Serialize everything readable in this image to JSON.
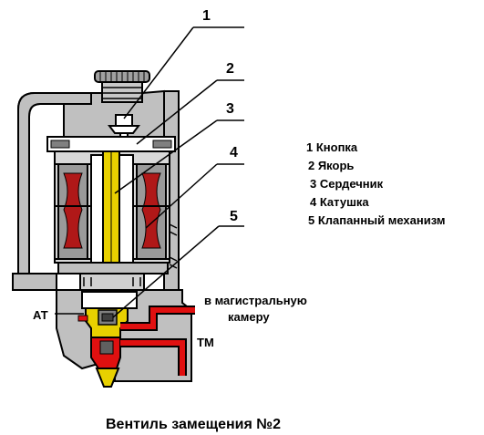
{
  "callouts": [
    "1",
    "2",
    "3",
    "4",
    "5"
  ],
  "legend": [
    "1 Кнопка",
    "2 Якорь",
    "3 Сердечник",
    "4 Катушка",
    "5 Клапанный механизм"
  ],
  "labels": {
    "port_at": "АТ",
    "port_tm": "ТМ",
    "to_main_line_1": "в магистральную",
    "to_main_line_2": "камеру"
  },
  "caption": "Вентиль замещения №2",
  "colors": {
    "body_gray": "#c0c0c0",
    "dark_gray": "#808080",
    "coil_red": "#b01818",
    "channel_red": "#e01010",
    "core_yellow": "#e8d000",
    "outline": "#000000"
  }
}
